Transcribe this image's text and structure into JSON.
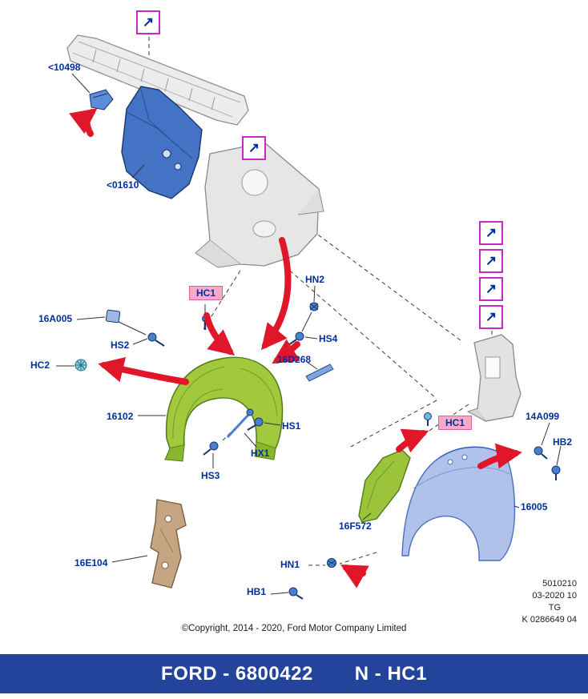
{
  "icons": {
    "view_arrow": "↗"
  },
  "colors": {
    "label_navy": "#00309a",
    "highlight_pink": "#f9a9c9",
    "callout_magenta": "#c32bc3",
    "arrow_red": "#e0162b",
    "footer_blue": "#24439b",
    "part_green": "#a2c93d",
    "part_blue": "#4472c4",
    "fender_blue": "#b0c2ea",
    "bracket_tan": "#c6a582"
  },
  "labels": {
    "p10498": "<10498",
    "p01610": "<01610",
    "p16A005": "16A005",
    "hs2": "HS2",
    "hc1_upper": "HC1",
    "hn2": "HN2",
    "hs4": "HS4",
    "p16D268": "16D268",
    "hc2": "HC2",
    "p16102": "16102",
    "hs1": "HS1",
    "hx1": "HX1",
    "hs3": "HS3",
    "hc1_lower": "HC1",
    "p14A099": "14A099",
    "hb2": "HB2",
    "p16005": "16005",
    "p16F572": "16F572",
    "p16E104": "16E104",
    "hn1": "HN1",
    "hb1": "HB1"
  },
  "plate": {
    "line1": "5010210",
    "line2": "03-2020 10",
    "line3": "TG",
    "line4": "K 0286649 04"
  },
  "copyright": "©Copyright, 2014 - 2020, Ford Motor Company Limited",
  "footer_bar": {
    "catalog": "FORD - 6800422",
    "section": "N - HC1"
  }
}
